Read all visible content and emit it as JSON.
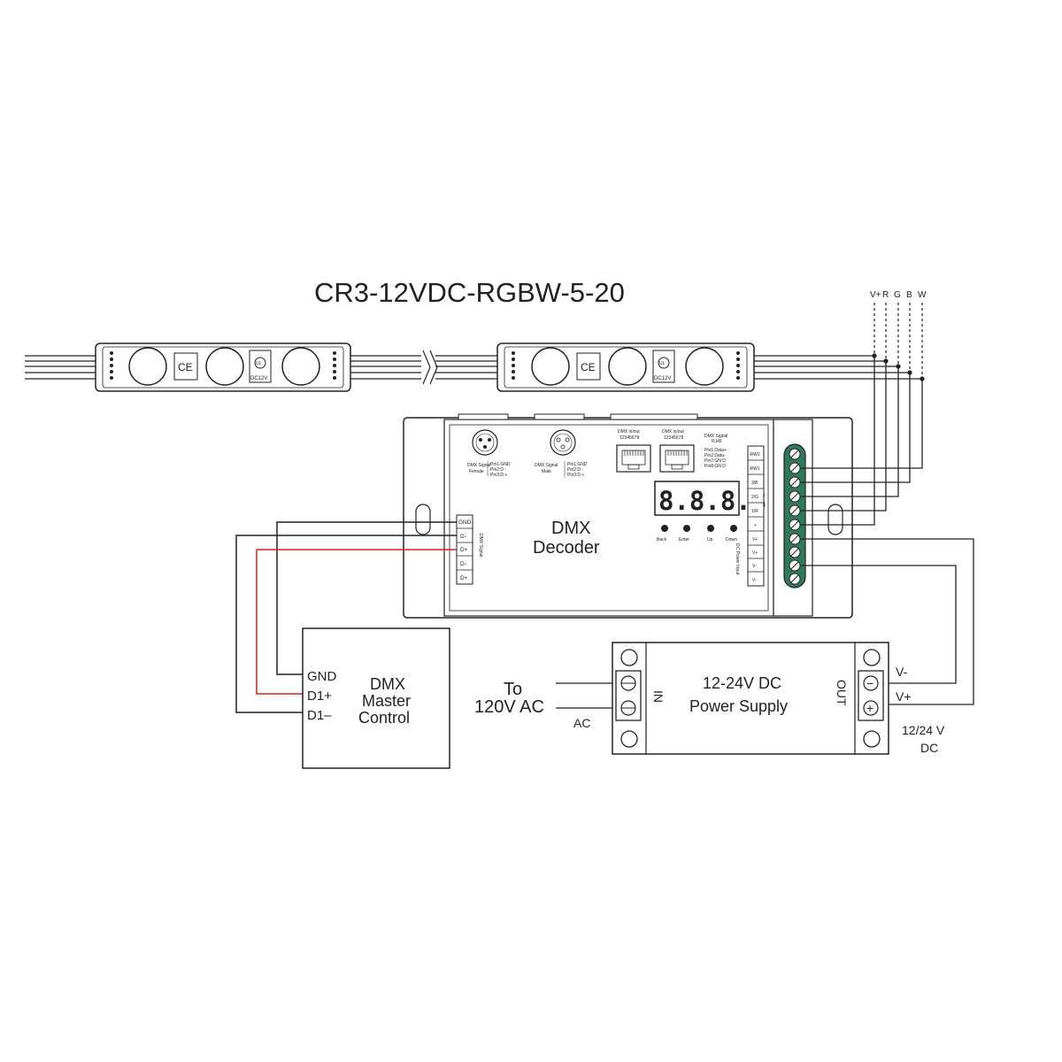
{
  "title": "CR3-12VDC-RGBW-5-20",
  "colors": {
    "line": "#222222",
    "data_wire": "#d22222",
    "terminal": "#2f7a5a"
  },
  "top_wire_labels": [
    "V+",
    "R",
    "G",
    "B",
    "W"
  ],
  "led_module": {
    "ce_mark": "CE",
    "ul_mark": "UL",
    "voltage": "DC12V"
  },
  "decoder": {
    "name_line1": "DMX",
    "name_line2": "Decoder",
    "xlr_female": {
      "caption_line1": "DMX Signal",
      "caption_line2": "Female",
      "pins": [
        "Pin1:GND",
        "Pin2:D -",
        "Pin3:D +"
      ]
    },
    "xlr_male": {
      "caption_line1": "DMX Signal",
      "caption_line2": "Male",
      "pins": [
        "Pin1:GND",
        "Pin2:D -",
        "Pin3:D +"
      ]
    },
    "rj45_in": {
      "caption": "DMX in/out",
      "pins": "12345678"
    },
    "rj45_out": {
      "caption": "DMX in/out",
      "pins": "12345678"
    },
    "rj45_note": {
      "title_line1": "DMX Signal",
      "title_line2": "RJ45",
      "pins": [
        "Pin1:Data+",
        "Pin2:Data-",
        "Pin7:GN D",
        "Pin8:GN D"
      ]
    },
    "display": "8.8.8.8",
    "buttons": [
      "Back",
      "Enter",
      "Up",
      "Down"
    ],
    "left_terminals": [
      "GND",
      "D-",
      "D+",
      "D-",
      "D+"
    ],
    "left_terminal_caption": "DMX Signal",
    "right_terminals": [
      "4/W2",
      "4/W1",
      "3/B",
      "2/G",
      "1/R",
      "+",
      "V+",
      "V+",
      "V-",
      "V-"
    ],
    "power_caption": "DC Power Input"
  },
  "master": {
    "name_line1": "DMX",
    "name_line2": "Master",
    "name_line3": "Control",
    "pins": [
      "GND",
      "D1+",
      "D1–"
    ]
  },
  "power_supply": {
    "line1": "12-24V DC",
    "line2": "Power Supply",
    "in_label": "IN",
    "out_label": "OUT",
    "minus_symbol": "−",
    "plus_symbol": "+",
    "v_minus": "V-",
    "v_plus": "V+"
  },
  "ac_input": {
    "line1": "To",
    "line2": "120V AC",
    "ac": "AC"
  },
  "dc_output": {
    "line1": "12/24 V",
    "line2": "DC"
  }
}
